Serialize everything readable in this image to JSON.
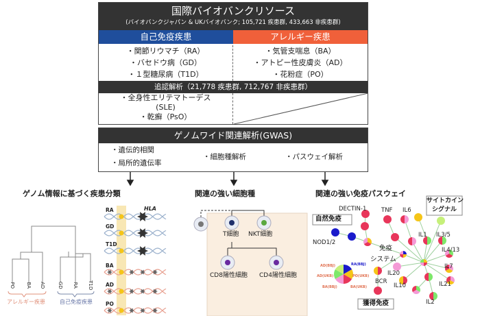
{
  "header": {
    "title": "国際バイオバンクリソース",
    "subtitle": "(バイオバンクジャパン & UKバイオバンク; 105,721 疾患群, 433,663 非疾患群)"
  },
  "autoimmune": {
    "label": "自己免疫疾患",
    "color": "#1f4e9c",
    "items": [
      "・関節リウマチ（RA）",
      "・バセドウ病（GD）",
      "・１型糖尿病（T1D）"
    ],
    "replication_items": [
      "・全身性エリテマトーデス",
      "(SLE)",
      "・乾癬（PsO）"
    ]
  },
  "allergy": {
    "label": "アレルギー疾患",
    "color": "#f0603a",
    "items": [
      "・気管支喘息（BA）",
      "・アトピー性皮膚炎（AD）",
      "・花粉症（PO）"
    ]
  },
  "replication": {
    "label": "追認解析（21,778 疾患群, 712,767 非疾患群）"
  },
  "gwas": {
    "title": "ゲノムワイド関連解析(GWAS)",
    "items": [
      "・遺伝的相関",
      "・局所的遺伝率",
      "・細胞種解析",
      "・パスウェイ解析"
    ]
  },
  "classification": {
    "title": "ゲノム情報に基づく疾患分類",
    "leaves": [
      "PO",
      "BA",
      "AD",
      "GD",
      "RA",
      "T1D"
    ],
    "group_allergy": "アレルギー疾患",
    "group_autoimmune": "自己免疫疾患",
    "strand_labels": [
      "RA",
      "GD",
      "T1D",
      "BA",
      "AD",
      "PO"
    ],
    "hla_label": "HLA"
  },
  "cell_types": {
    "title": "関連の強い細胞種",
    "cells": [
      "T細胞",
      "NKT細胞",
      "CD8陽性細胞",
      "CD4陽性細胞"
    ]
  },
  "pathways": {
    "title": "関連の強い免疫パスウェイ",
    "innate": "自然免疫",
    "cytokine": [
      "サイトカイン",
      "シグナル"
    ],
    "acquired": "獲得免疫",
    "immune_system": [
      "免疫",
      "システム"
    ],
    "node_labels": [
      "DECTIN-1",
      "TNF",
      "IL6",
      "NOD1/2",
      "IL1",
      "IL3/5",
      "IL4/13",
      "IL7",
      "IL20",
      "IL10",
      "IL21",
      "IL2",
      "BCR"
    ],
    "legend": [
      "RA(BBJ)",
      "PO(UKB)",
      "BA(UKB)",
      "BA(BBJ)",
      "AD(UKB)",
      "AD(BBJ)"
    ],
    "legend_colors": [
      "#1a1acb",
      "#f5c518",
      "#e8365a",
      "#f49ad6",
      "#7de86a",
      "#c6f07a"
    ]
  }
}
